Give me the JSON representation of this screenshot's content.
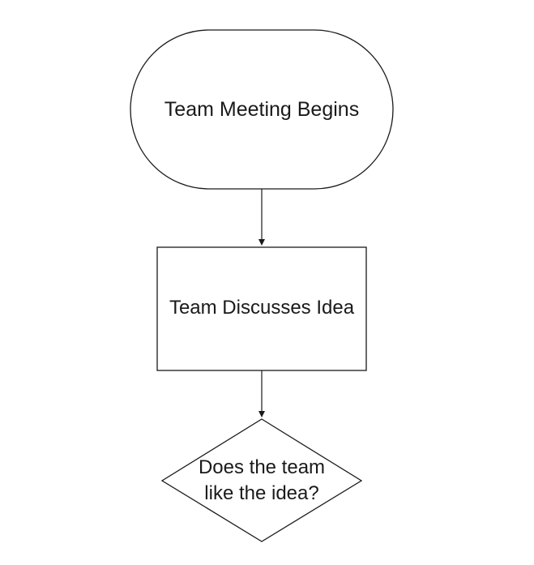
{
  "diagram": {
    "nodes": [
      {
        "id": "start",
        "shape": "terminator",
        "label": "Team Meeting Begins"
      },
      {
        "id": "process",
        "shape": "process",
        "label": "Team Discusses Idea"
      },
      {
        "id": "decision",
        "shape": "decision",
        "label_lines": [
          "Does the team",
          "like the idea?"
        ]
      }
    ],
    "edges": [
      {
        "from": "start",
        "to": "process"
      },
      {
        "from": "process",
        "to": "decision"
      }
    ]
  },
  "colors": {
    "stroke": "#1a1a1a",
    "fill": "#ffffff",
    "background": "#ffffff"
  }
}
